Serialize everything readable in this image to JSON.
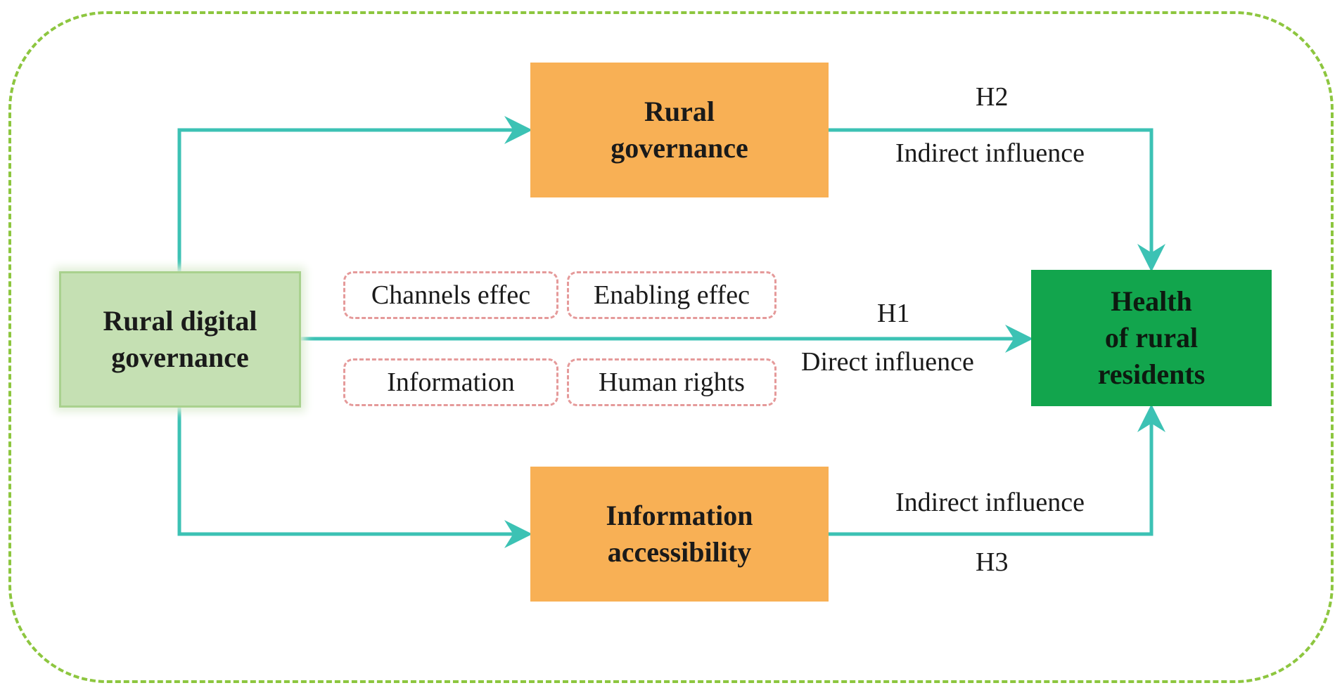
{
  "diagram": {
    "nodes": {
      "rural_digital_governance": "Rural digital\ngovernance",
      "rural_governance": "Rural\ngovernance",
      "information_accessibility": "Information\naccessibility",
      "health_of_rural_residents": "Health\nof rural\nresidents"
    },
    "mechanism_tags": [
      "Channels effec",
      "Enabling effec",
      "Information",
      "Human rights"
    ],
    "paths": {
      "h1": {
        "hypothesis": "H1",
        "label": "Direct influence"
      },
      "h2": {
        "hypothesis": "H2",
        "label": "Indirect influence"
      },
      "h3": {
        "hypothesis": "H3",
        "label": "Indirect influence"
      }
    },
    "colors": {
      "frame": "#8dc63f",
      "arrow": "#3cc2b4",
      "source_fill": "#c5e0b3",
      "mediator_fill": "#f8b055",
      "target_fill": "#12a54d",
      "tag_border": "#e59a9a"
    }
  }
}
